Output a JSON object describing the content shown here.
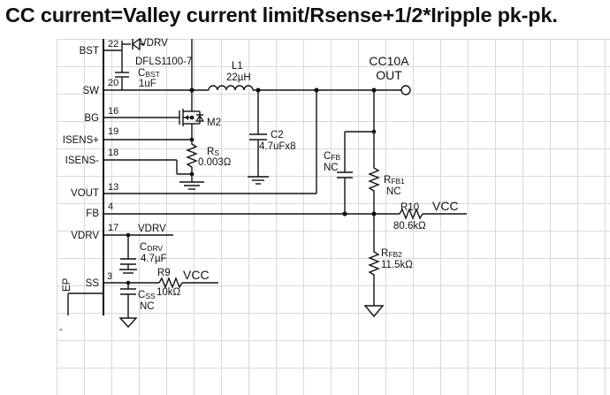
{
  "title": "CC current=Valley current limit/Rsense+1/2*Iripple pk-pk.",
  "ic_pins": {
    "bst": {
      "name": "BST",
      "num": "22"
    },
    "sw": {
      "name": "SW",
      "num": "20"
    },
    "bg": {
      "name": "BG",
      "num": "16"
    },
    "isens_p": {
      "name": "ISENS+",
      "num": "19"
    },
    "isens_n": {
      "name": "ISENS-",
      "num": "18"
    },
    "vout": {
      "name": "VOUT",
      "num": "13"
    },
    "fb": {
      "name": "FB",
      "num": "4"
    },
    "vdrv": {
      "name": "VDRV",
      "num": "17"
    },
    "ss": {
      "name": "SS",
      "num": "3"
    },
    "ep": {
      "name": "EP"
    }
  },
  "components": {
    "d_bst": {
      "vdrv": "VDRV",
      "part": "DFLS1100-7"
    },
    "c_bst": {
      "ref": "C",
      "sub": "BST",
      "value": "1uF"
    },
    "l1": {
      "ref": "L1",
      "value": "22µH"
    },
    "out": {
      "name": "CC10A",
      "label": "OUT"
    },
    "m2": {
      "ref": "M2"
    },
    "c2": {
      "ref": "C2",
      "value": "4.7uFx8"
    },
    "rs": {
      "ref": "R",
      "sub": "S",
      "value": "0.003Ω"
    },
    "cfb": {
      "ref": "C",
      "sub": "FB",
      "value": "NC"
    },
    "rfb1": {
      "ref": "R",
      "sub": "FB1",
      "value": "NC"
    },
    "r10": {
      "ref": "R10",
      "value": "80.6kΩ"
    },
    "vcc_fb": {
      "label": "VCC"
    },
    "rfb2": {
      "ref": "R",
      "sub": "FB2",
      "value": "11.5kΩ"
    },
    "vdrv_net": {
      "label": "VDRV"
    },
    "cdrv": {
      "ref": "C",
      "sub": "DRV",
      "value": "4.7µF"
    },
    "r9": {
      "ref": "R9",
      "value": "10kΩ"
    },
    "vcc_ss": {
      "label": "VCC"
    },
    "css": {
      "ref": "C",
      "sub": "SS",
      "value": "NC"
    }
  },
  "stray_mark": "-"
}
